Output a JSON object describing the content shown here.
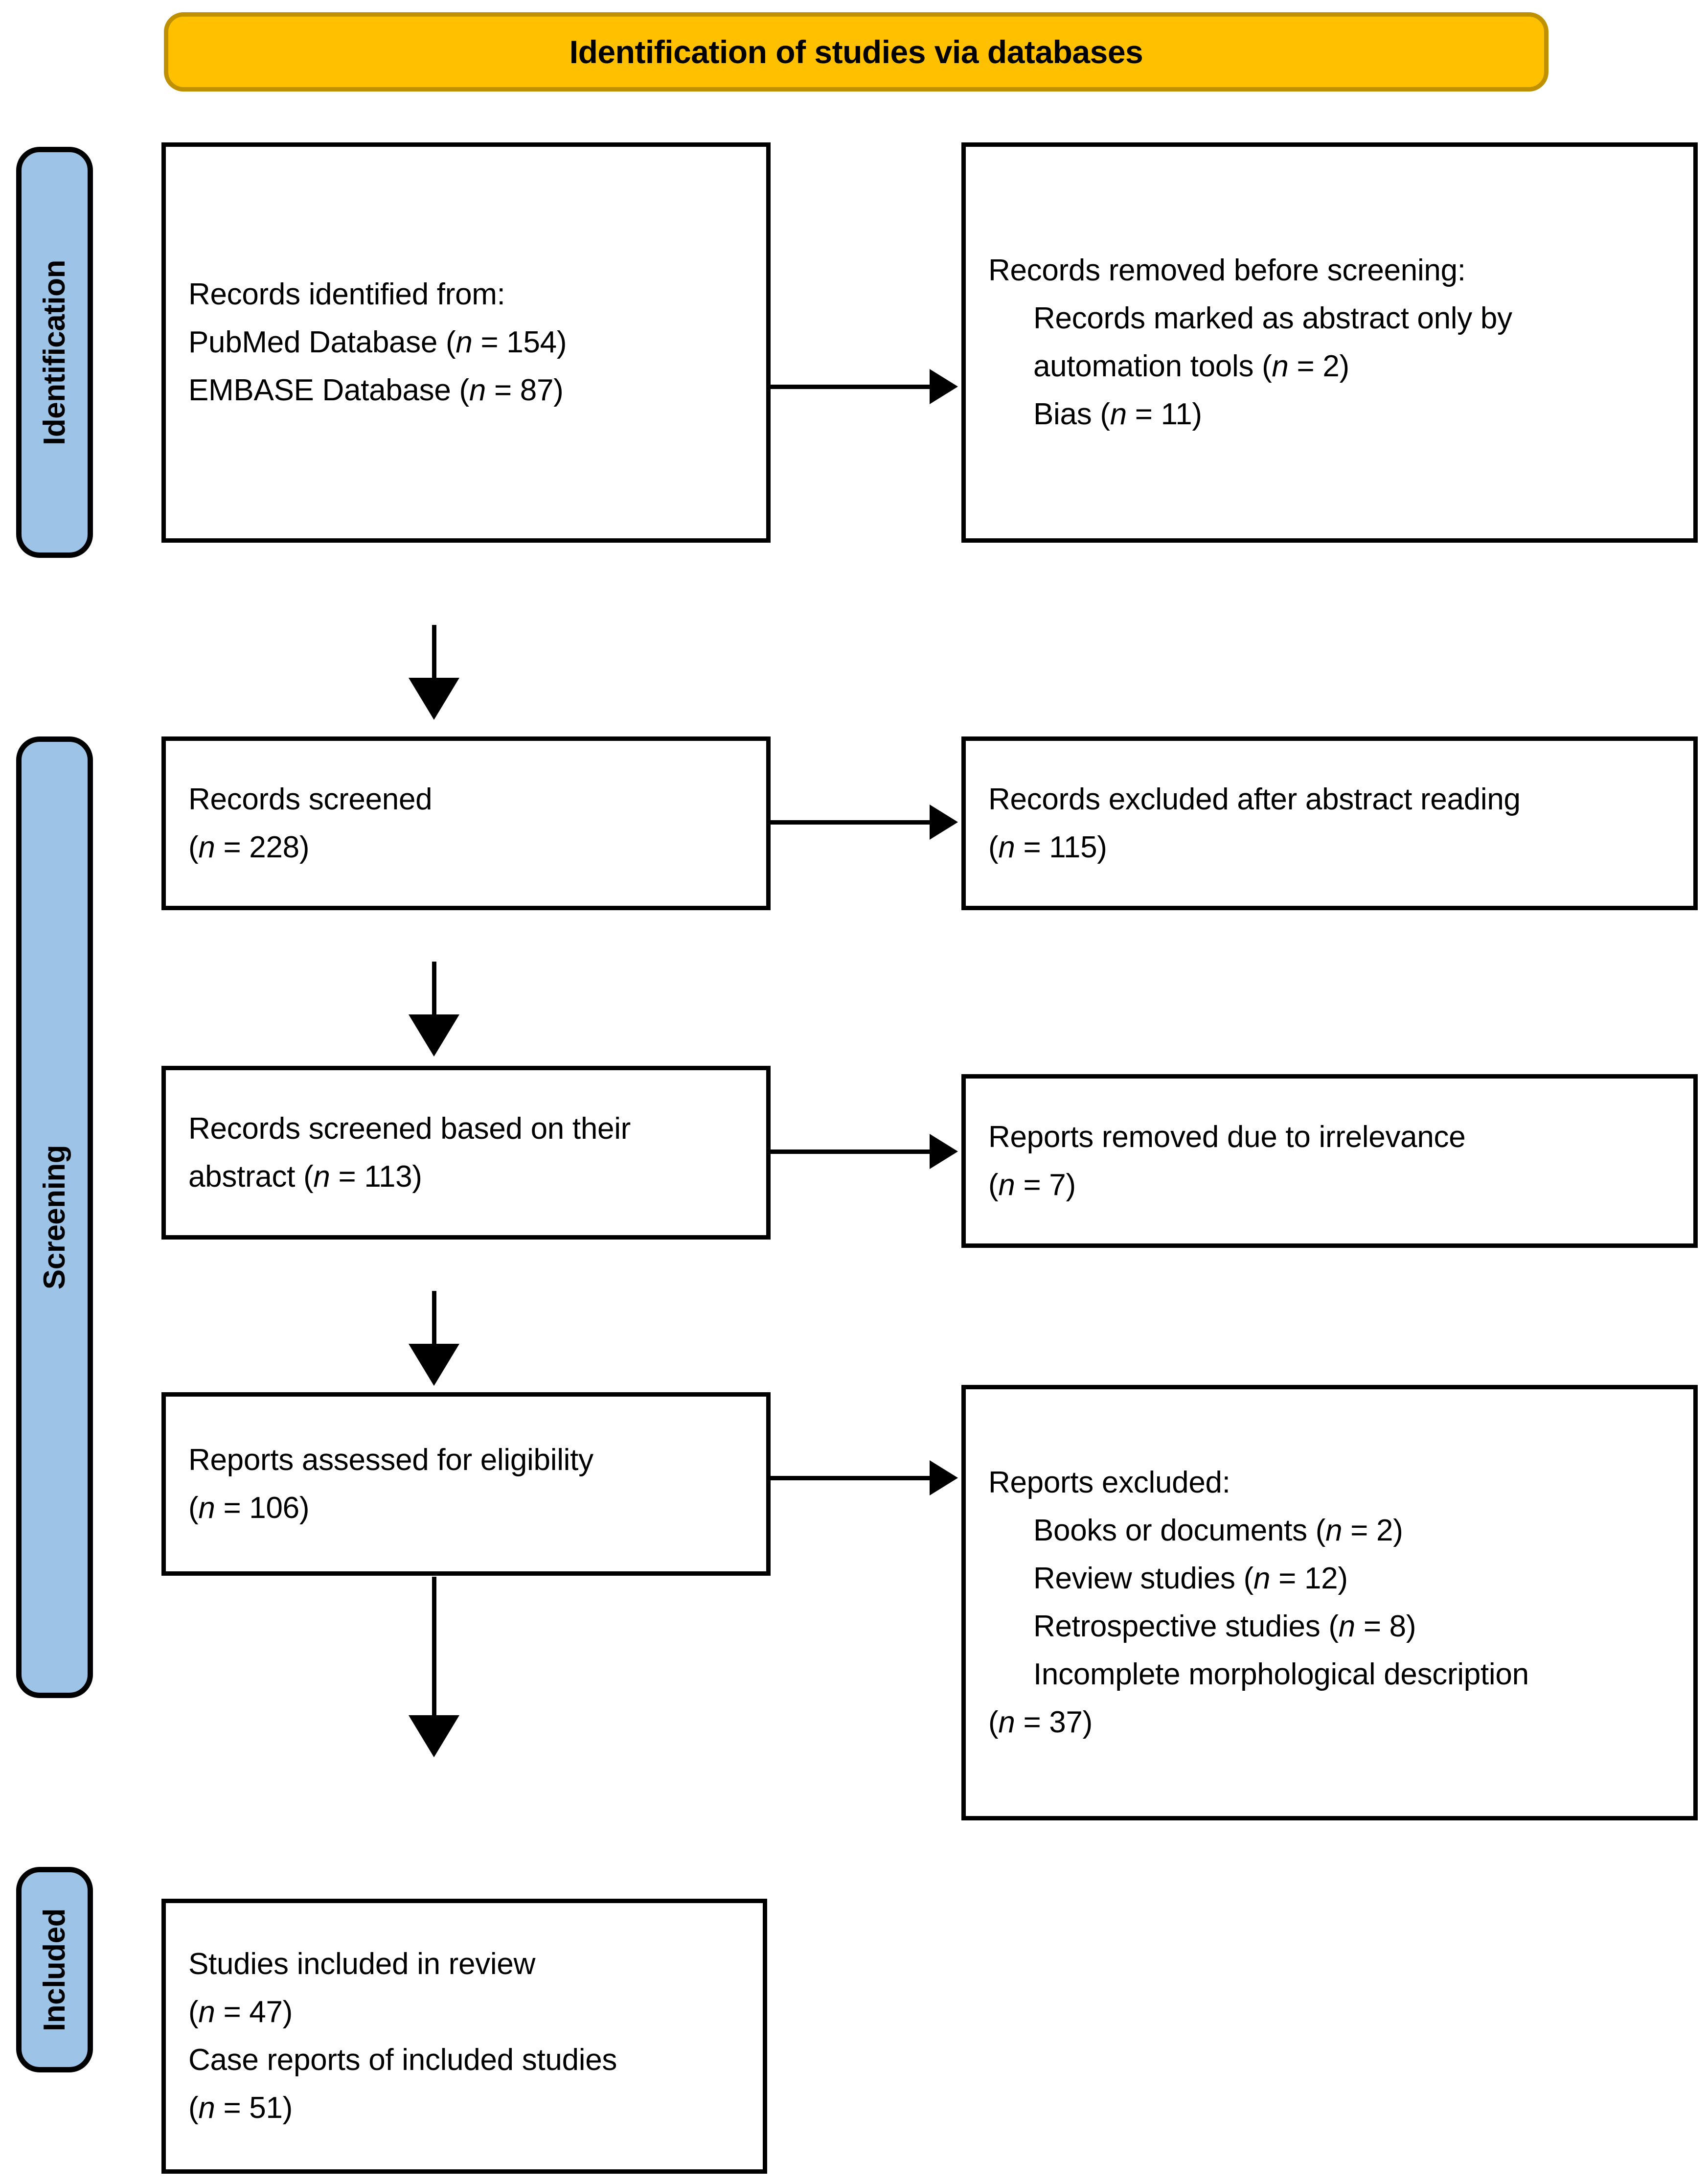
{
  "banner": {
    "title": "Identification of studies via databases",
    "fill_color": "#FFC000",
    "border_color": "#BF9000"
  },
  "stages": {
    "fill_color": "#9DC3E6",
    "identification": "Identification",
    "screening": "Screening",
    "included": "Included"
  },
  "boxes": {
    "identified": {
      "l1": "Records identified from:",
      "l2_label": "PubMed    Database (",
      "l2_n": "n",
      "l2_val": " = 154)",
      "l3_label": "EMBASE Database (",
      "l3_n": "n",
      "l3_val": " = 87)"
    },
    "removed_before": {
      "l1": "Records removed before screening:",
      "l2": "Records marked as abstract only by",
      "l3_label": "automation tools (",
      "l3_n": "n",
      "l3_val": " = 2)",
      "l4_label": "Bias (",
      "l4_n": "n",
      "l4_val": " = 11)"
    },
    "records_screened": {
      "l1": "Records screened",
      "l2_open": "(",
      "l2_n": "n",
      "l2_val": " = 228)"
    },
    "records_excluded": {
      "l1": "Records excluded after abstract reading",
      "l2_open": "(",
      "l2_n": "n",
      "l2_val": " = 115)"
    },
    "screened_abstract": {
      "l1": "Records screened based on their",
      "l2_label": "abstract (",
      "l2_n": "n",
      "l2_val": " = 113)"
    },
    "reports_removed": {
      "l1": "Reports removed due to irrelevance",
      "l2_open": "(",
      "l2_n": "n",
      "l2_val": " = 7)"
    },
    "assessed": {
      "l1": "Reports assessed for eligibility",
      "l2_open": "(",
      "l2_n": "n",
      "l2_val": " = 106)"
    },
    "reports_excluded": {
      "l1": "Reports excluded:",
      "l2_label": "Books or documents (",
      "l2_n": "n",
      "l2_val": " = 2)",
      "l3_label": "Review studies (",
      "l3_n": "n",
      "l3_val": " = 12)",
      "l4_label": "Retrospective studies (",
      "l4_n": "n",
      "l4_val": " = 8)",
      "l5": "Incomplete morphological description",
      "l6_open": "(",
      "l6_n": "n",
      "l6_val": " = 37)"
    },
    "included_studies": {
      "l1": "Studies included in review",
      "l2_open": "(",
      "l2_n": "n",
      "l2_val": " = 47)",
      "l3": "Case reports of included studies",
      "l4_open": "(",
      "l4_n": "n",
      "l4_val": " = 51)"
    }
  }
}
